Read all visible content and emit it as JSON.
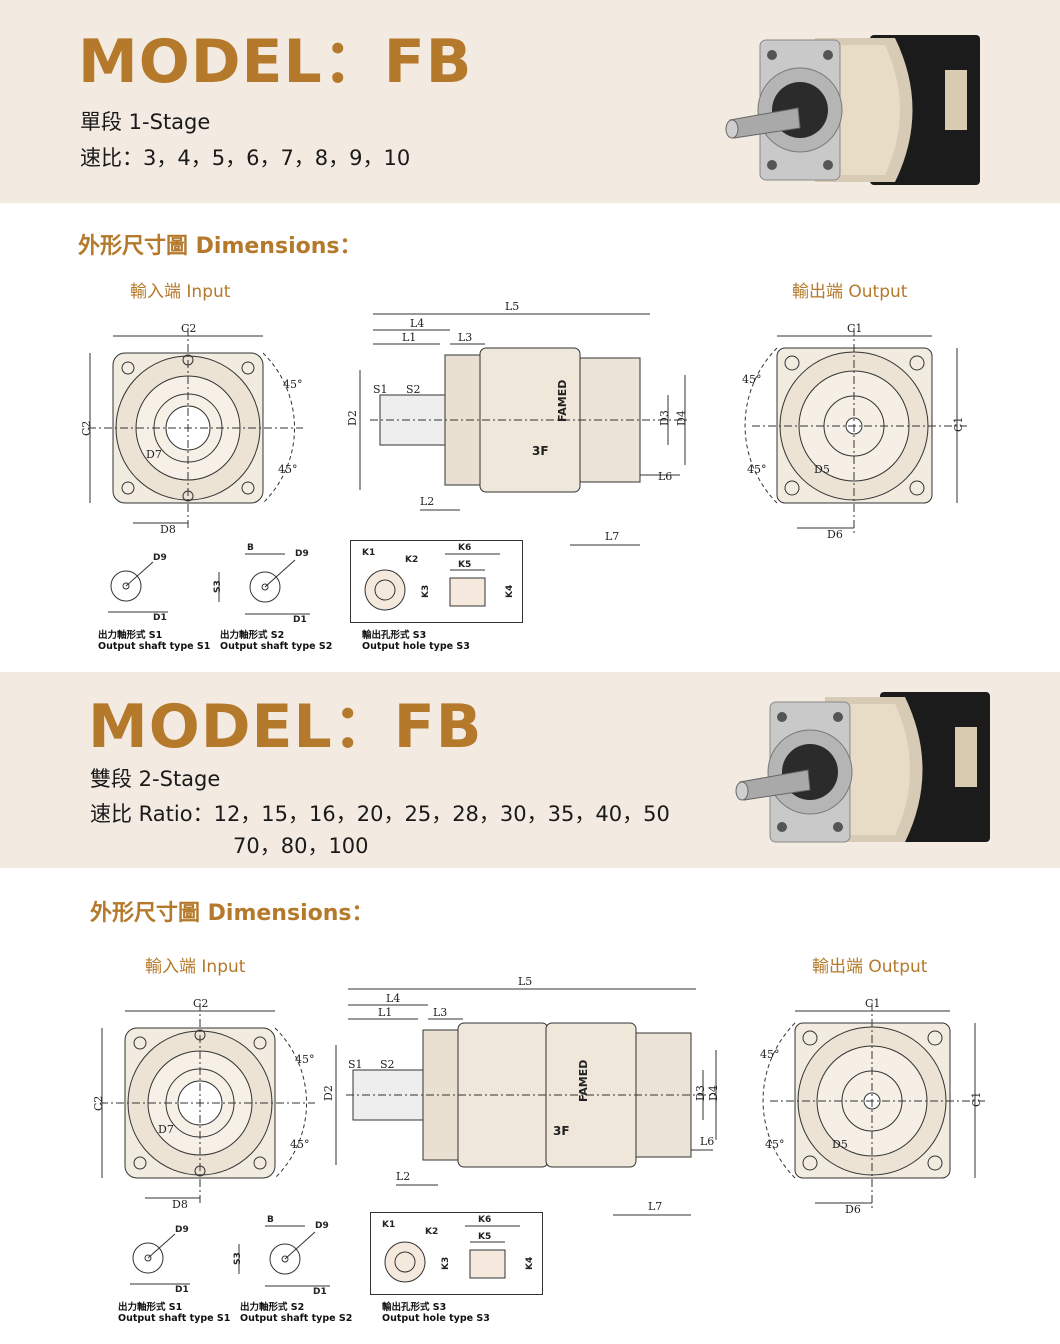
{
  "sections": [
    {
      "title": "MODEL：FB",
      "stage": "單段  1-Stage",
      "ratio_line1": "速比：3，4，5，6，7，8，9，10",
      "ratio_line2": "",
      "dimensions_heading": "外形尺寸圖 Dimensions：",
      "input_label": "輸入端 Input",
      "output_label": "輸出端 Output",
      "captions": {
        "s1": [
          "出力軸形式 S1",
          "Output shaft type S1"
        ],
        "s2": [
          "出力軸形式 S2",
          "Output shaft type S2"
        ],
        "s3": [
          "輸出孔形式 S3",
          "Output hole type S3"
        ]
      }
    },
    {
      "title": "MODEL：FB",
      "stage": "雙段  2-Stage",
      "ratio_line1": "速比  Ratio：12，15，16，20，25，28，30，35，40，50",
      "ratio_line2": "70，80，100",
      "dimensions_heading": "外形尺寸圖 Dimensions：",
      "input_label": "輸入端 Input",
      "output_label": "輸出端 Output",
      "captions": {
        "s1": [
          "出力軸形式 S1",
          "Output shaft type S1"
        ],
        "s2": [
          "出力軸形式 S2",
          "Output shaft type S2"
        ],
        "s3": [
          "輸出孔形式 S3",
          "Output hole type S3"
        ]
      }
    }
  ],
  "dims": {
    "c1": "C1",
    "c2": "C2",
    "d1": "D1",
    "d2": "D2",
    "d3": "D3",
    "d4": "D4",
    "d5": "D5",
    "d6": "D6",
    "d7": "D7",
    "d8": "D8",
    "d9": "D9",
    "l1": "L1",
    "l2": "L2",
    "l3": "L3",
    "l4": "L4",
    "l5": "L5",
    "l6": "L6",
    "l7": "L7",
    "s1": "S1",
    "s2": "S2",
    "s3": "S3",
    "b": "B",
    "k1": "K1",
    "k2": "K2",
    "k3": "K3",
    "k4": "K4",
    "k5": "K5",
    "k6": "K6",
    "angle": "45°",
    "brand": "FAMED",
    "logo": "3F"
  },
  "colors": {
    "accent": "#b5792b",
    "band": "#f3ebe1"
  }
}
